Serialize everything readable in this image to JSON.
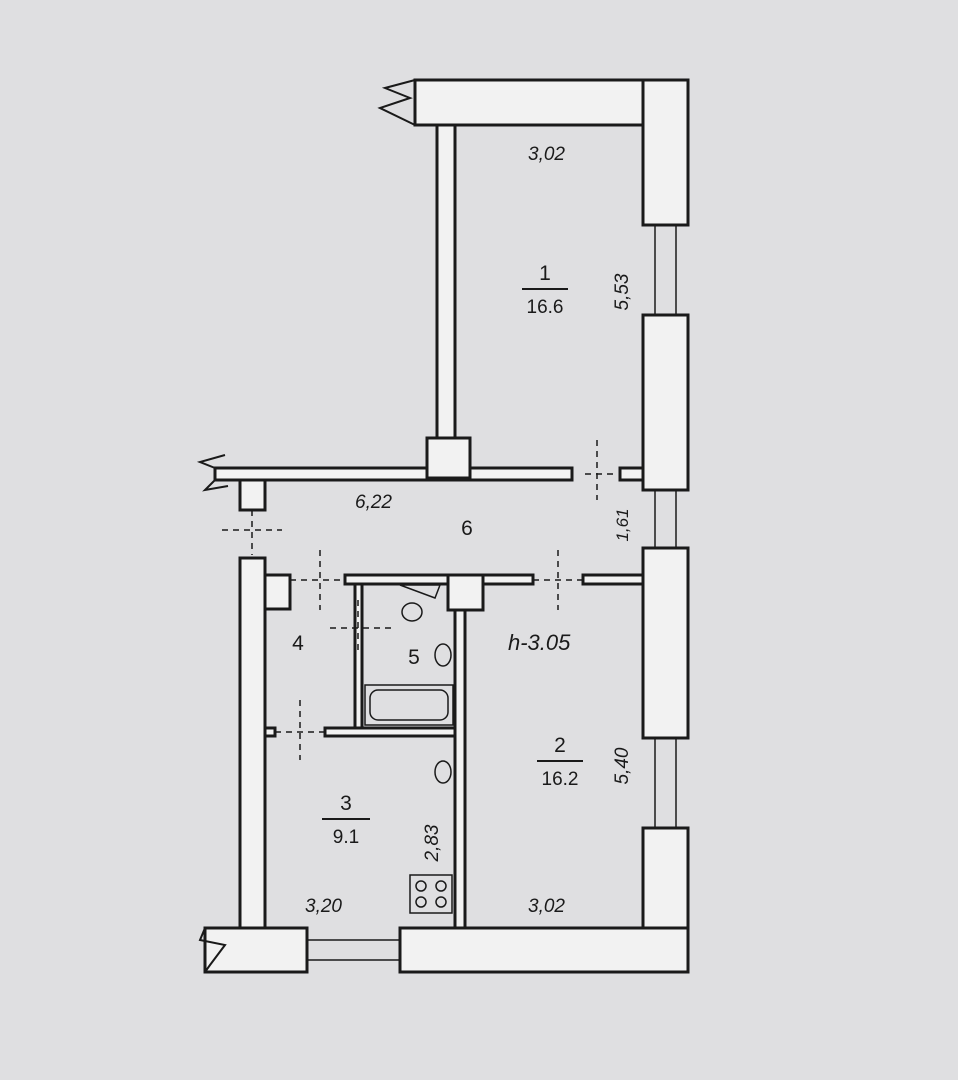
{
  "plan": {
    "ceiling_height": "h-3.05",
    "rooms": [
      {
        "number": "1",
        "area": "16.6"
      },
      {
        "number": "2",
        "area": "16.2"
      },
      {
        "number": "3",
        "area": "9.1"
      },
      {
        "number": "4"
      },
      {
        "number": "5"
      },
      {
        "number": "6"
      }
    ],
    "dimensions": {
      "room1_width": "3,02",
      "room1_length": "5,53",
      "corridor_length": "6,22",
      "corridor_width": "1,61",
      "room2_length": "5,40",
      "room2_width": "3,02",
      "room3_width": "3,20",
      "room3_length": "2,83"
    }
  }
}
